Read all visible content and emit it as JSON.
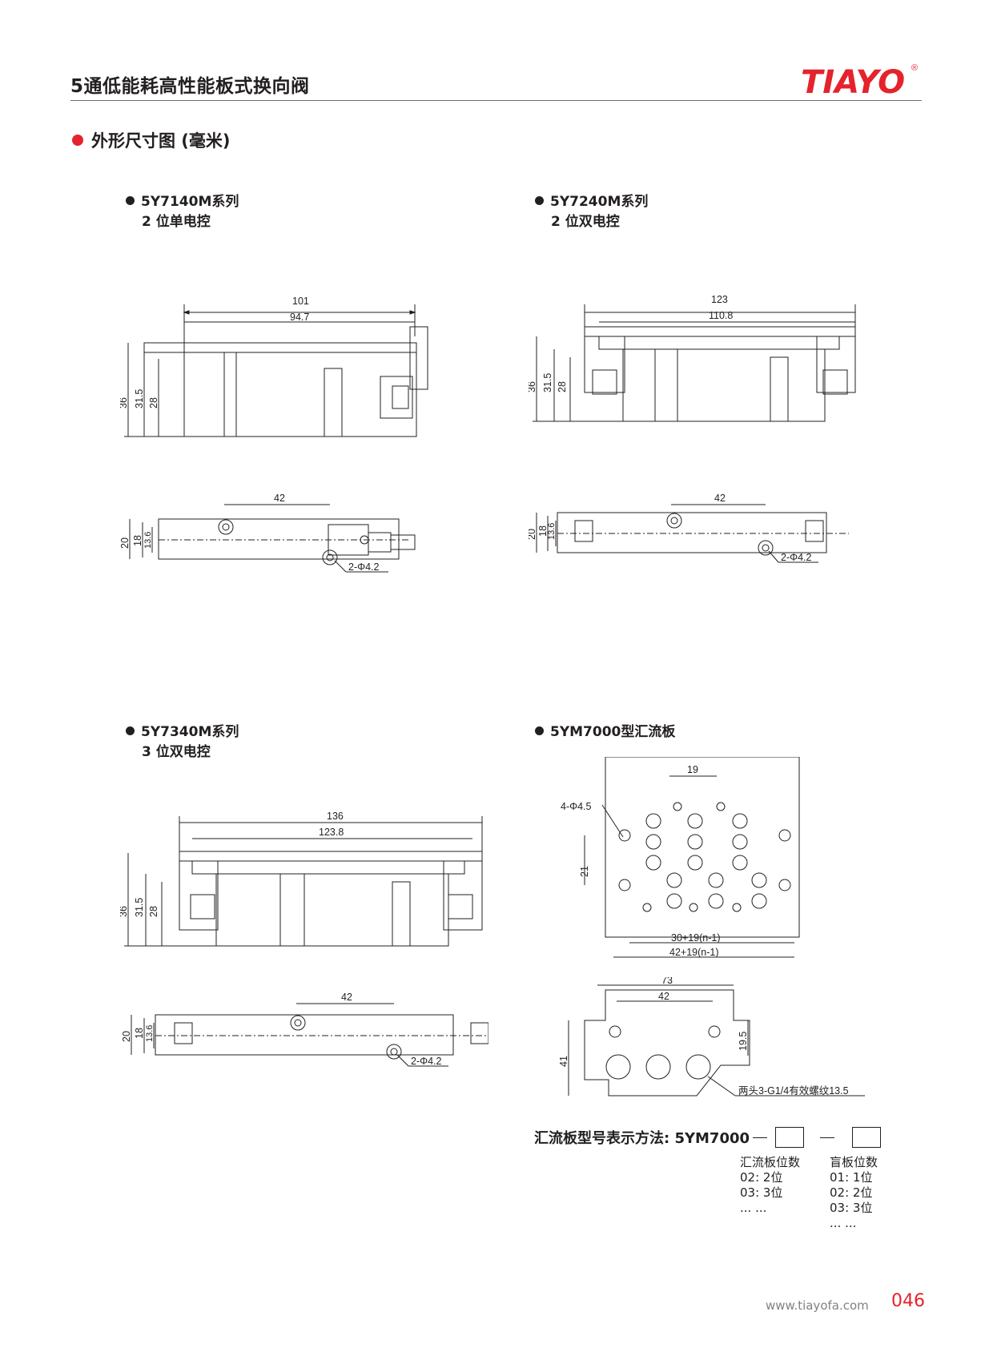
{
  "header": {
    "title": "5通低能耗高性能板式换向阀",
    "logo_text": "TIAYO",
    "logo_mark": "®",
    "brand_color": "#e5232c"
  },
  "section": {
    "title": "外形尺寸图 (毫米)"
  },
  "models": [
    {
      "name": "5Y7140M系列",
      "desc": "2 位单电控",
      "dims_top": [
        "101",
        "94.7"
      ],
      "dims_side": [
        "36",
        "31.5",
        "28"
      ],
      "dims_bottom": [
        "42",
        "20",
        "18",
        "13.6",
        "2-Φ4.2"
      ]
    },
    {
      "name": "5Y7240M系列",
      "desc": "2 位双电控",
      "dims_top": [
        "123",
        "110.8"
      ],
      "dims_side": [
        "36",
        "31.5",
        "28"
      ],
      "dims_bottom": [
        "42",
        "20",
        "18",
        "13.6",
        "2-Φ4.2"
      ]
    },
    {
      "name": "5Y7340M系列",
      "desc": "3 位双电控",
      "dims_top": [
        "136",
        "123.8"
      ],
      "dims_side": [
        "36",
        "31.5",
        "28"
      ],
      "dims_bottom": [
        "42",
        "20",
        "18",
        "13.6",
        "2-Φ4.2"
      ]
    },
    {
      "name": "5YM7000型汇流板",
      "desc": "",
      "dims_plan": [
        "19",
        "4-Φ4.5",
        "21",
        "30+19(n-1)",
        "42+19(n-1)"
      ],
      "dims_end": [
        "73",
        "42",
        "41",
        "19.5",
        "两头3-G1/4有效螺纹13.5"
      ]
    }
  ],
  "manifold_code": {
    "label": "汇流板型号表示方法: 5YM7000",
    "col1": {
      "title": "汇流板位数",
      "items": [
        "02: 2位",
        "03: 3位",
        "... ..."
      ]
    },
    "col2": {
      "title": "盲板位数",
      "items": [
        "01: 1位",
        "02: 2位",
        "03: 3位",
        "... ..."
      ]
    }
  },
  "footer": {
    "url": "www.tiayofa.com",
    "page": "046"
  }
}
